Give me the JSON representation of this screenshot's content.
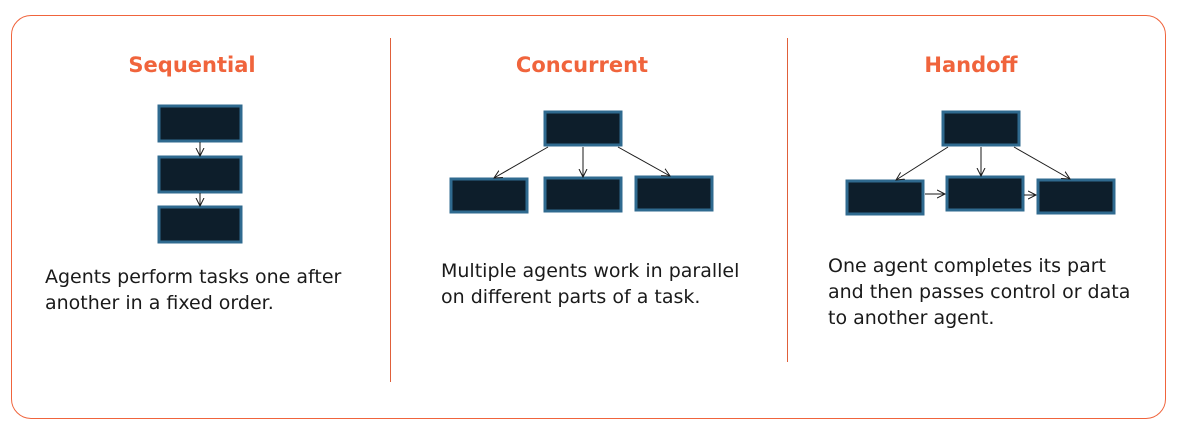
{
  "panels": [
    {
      "title": "Sequential",
      "description_lines": [
        "Agents perform tasks one after",
        "another in a fixed order."
      ]
    },
    {
      "title": "Concurrent",
      "description_lines": [
        "Multiple agents work in parallel",
        "on different parts of a task."
      ]
    },
    {
      "title": "Handoff",
      "description_lines": [
        "One agent completes its part",
        "and then passes control or data",
        "to another agent."
      ]
    }
  ],
  "colors": {
    "accent": "#f0643c",
    "box_fill": "#0d1e2b",
    "box_border": "#2f6a8f",
    "text": "#1a1a1a"
  }
}
